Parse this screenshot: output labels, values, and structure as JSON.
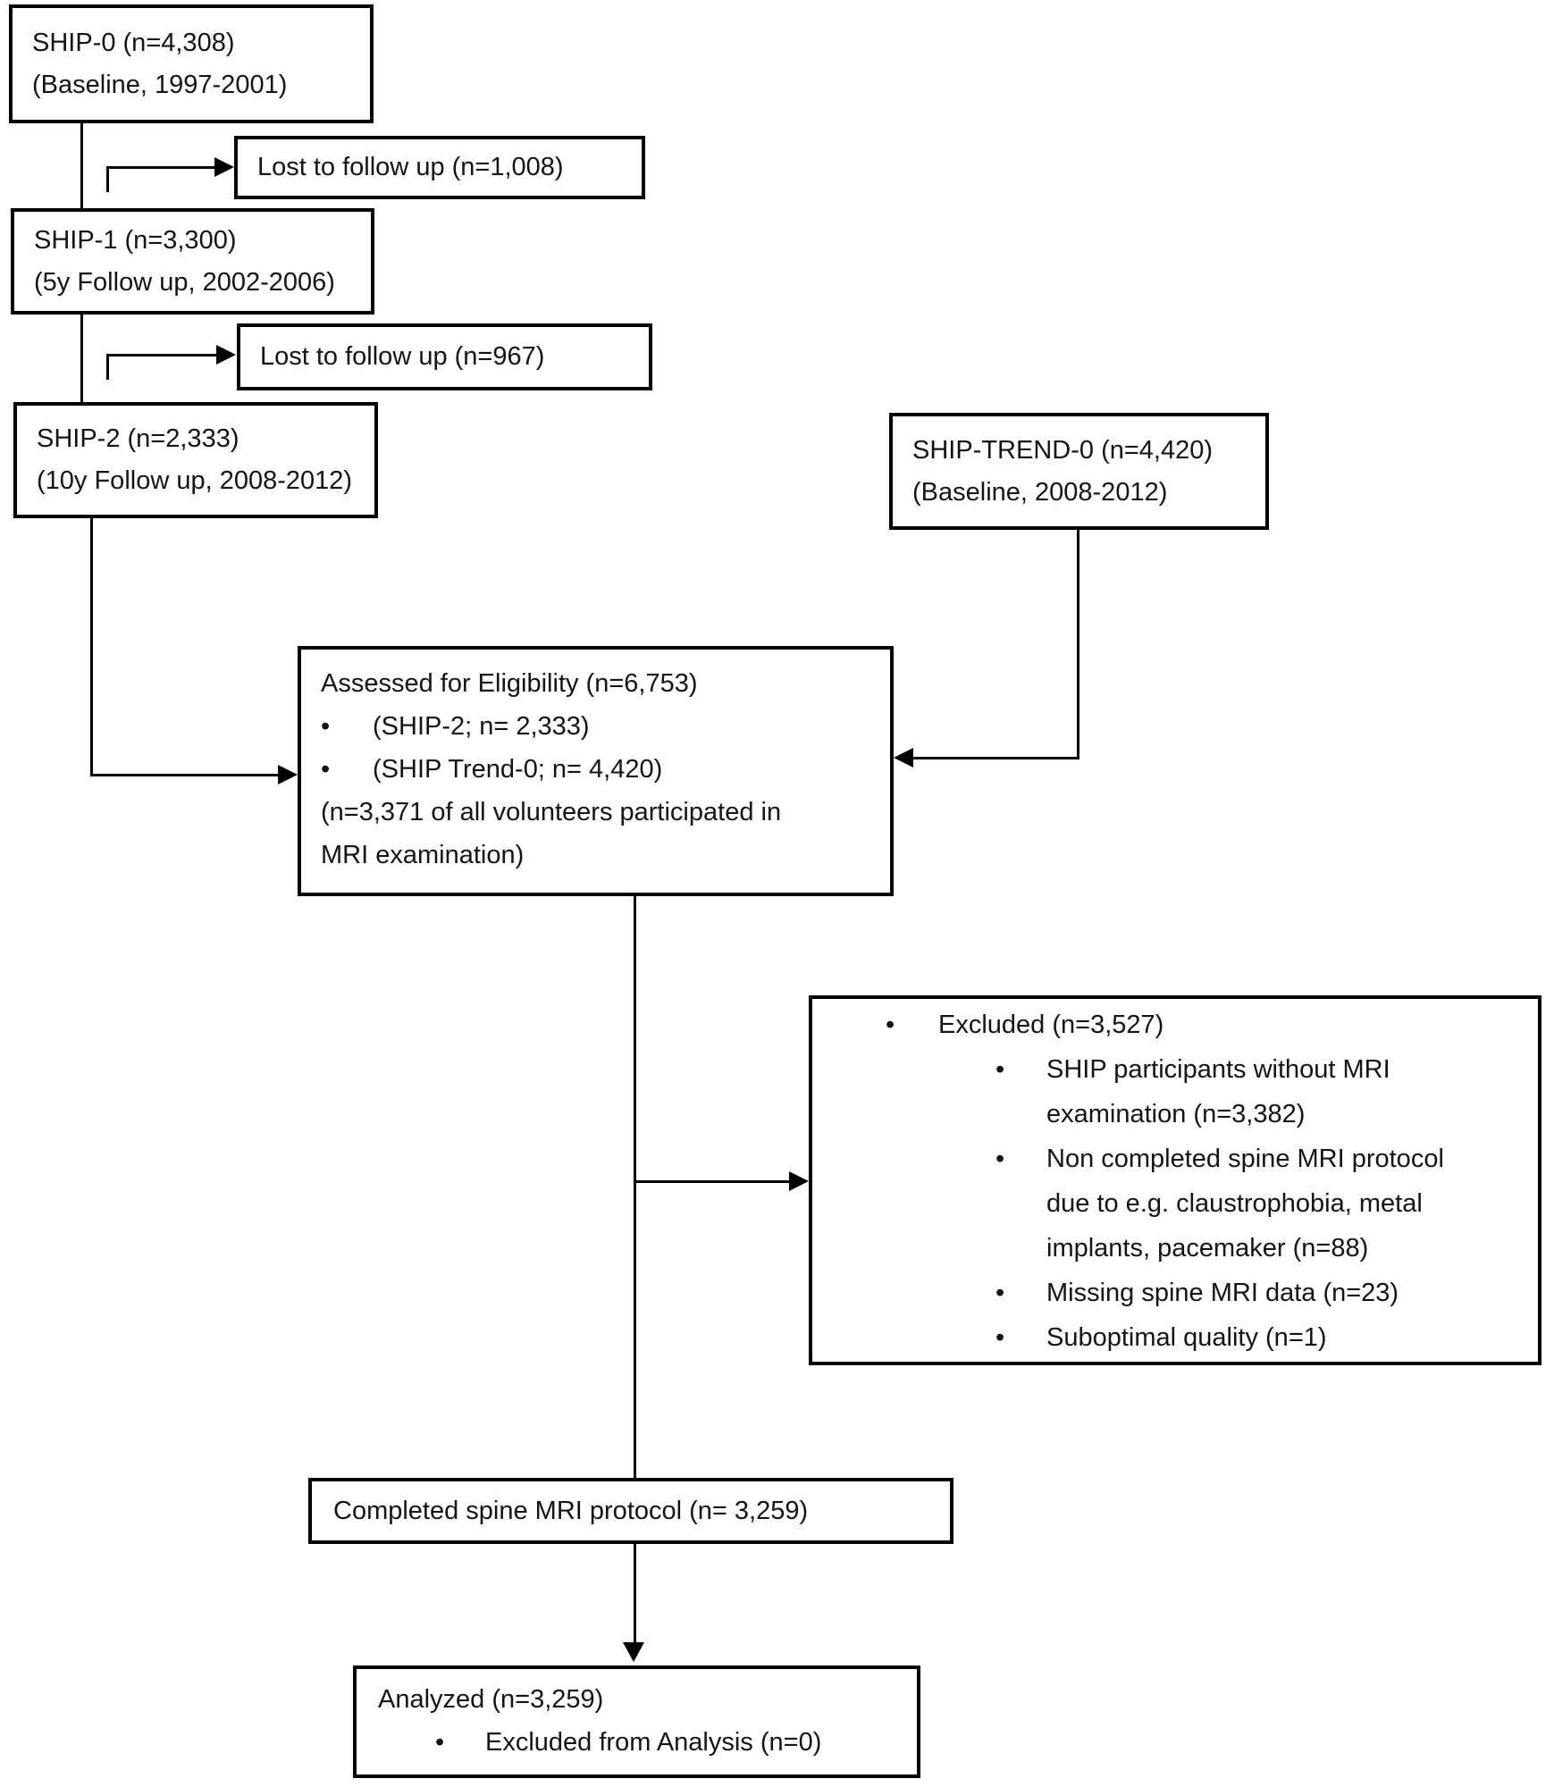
{
  "ui": {
    "bullet": "•"
  },
  "colors": {
    "line": "#000000",
    "box_border": "#000000",
    "background": "#ffffff",
    "text": "#141414"
  },
  "boxes": {
    "ship0": {
      "line1": "SHIP-0 (n=4,308)",
      "line2": "(Baseline, 1997-2001)"
    },
    "lost1": {
      "label": "Lost to follow up (n=1,008)"
    },
    "ship1": {
      "line1": "SHIP-1 (n=3,300)",
      "line2": "(5y Follow up, 2002-2006)"
    },
    "lost2": {
      "label": "Lost to follow up (n=967)"
    },
    "ship2": {
      "line1": "SHIP-2 (n=2,333)",
      "line2": "(10y Follow up, 2008-2012)"
    },
    "trend": {
      "line1": "SHIP-TREND-0 (n=4,420)",
      "line2": "(Baseline, 2008-2012)"
    },
    "assessed": {
      "title": "Assessed for Eligibility (n=6,753)",
      "item1": "(SHIP-2; n= 2,333)",
      "item2": "(SHIP Trend-0; n= 4,420)",
      "note1": "(n=3,371 of all volunteers participated in",
      "note2": "MRI examination)"
    },
    "excluded": {
      "title": "Excluded (n=3,527)",
      "item1_line1": "SHIP participants without MRI",
      "item1_line2": "examination (n=3,382)",
      "item2_line1": "Non completed spine MRI protocol",
      "item2_line2": "due to e.g. claustrophobia, metal",
      "item2_line3": "implants, pacemaker (n=88)",
      "item3": "Missing spine MRI data (n=23)",
      "item4": "Suboptimal quality (n=1)"
    },
    "completed": {
      "label": "Completed spine MRI protocol (n= 3,259)"
    },
    "analyzed": {
      "title": "Analyzed (n=3,259)",
      "item1": "Excluded from Analysis (n=0)"
    }
  }
}
